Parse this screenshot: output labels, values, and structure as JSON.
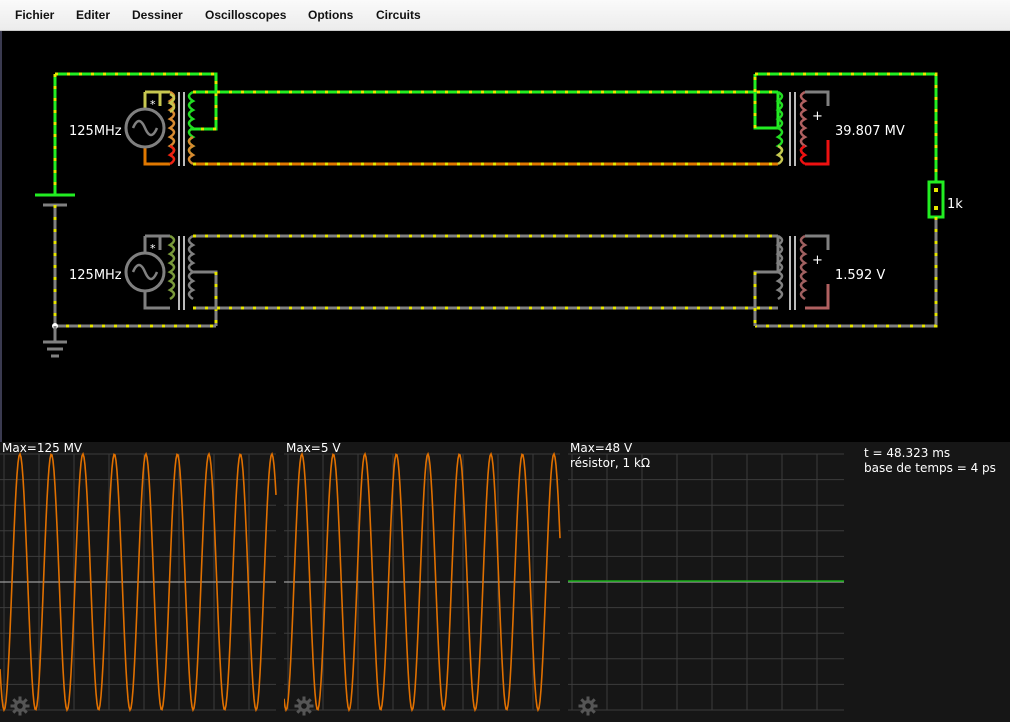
{
  "menu": {
    "file": "Fichier",
    "edit": "Editer",
    "draw": "Dessiner",
    "scopes": "Oscilloscopes",
    "options": "Options",
    "circuits": "Circuits"
  },
  "circuit": {
    "source_top_label": "125MHz",
    "source_bottom_label": "125MHz",
    "polarity_star": "*",
    "plus_sign": "+",
    "voltage_top": "39.807 MV",
    "voltage_bottom": "1.592 V",
    "resistor_label": "1k"
  },
  "scopes": {
    "scope1_max": "Max=125 MV",
    "scope2_max": "Max=5 V",
    "scope3_max": "Max=48 V",
    "scope3_name": "résistor, 1 kΩ",
    "time": "t = 48.323 ms",
    "timebase": "base de temps = 4 ps"
  },
  "colors": {
    "wire_green": "#22ee22",
    "wire_yellow": "#e6e600",
    "wire_orange": "#e07800",
    "wire_red": "#ee1111",
    "wire_gray": "#808080",
    "wire_mauve": "#b06060",
    "trace_orange": "#e07000",
    "trace_green": "#11aa11",
    "grid": "#4a4a4a"
  }
}
